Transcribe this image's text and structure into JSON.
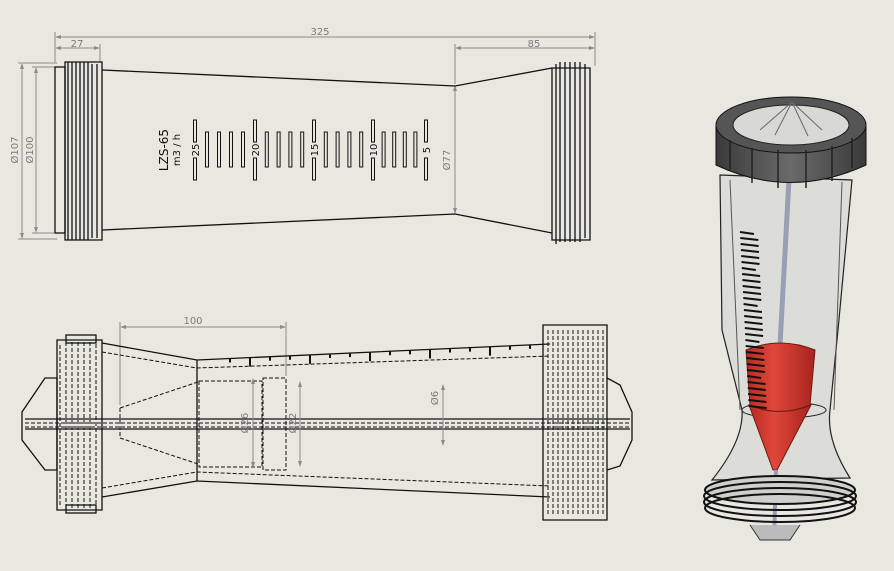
{
  "top_view": {
    "dimensions": {
      "overall_length": "325",
      "left_thread": "27",
      "right_section": "85",
      "outer_diameter": "Ø107",
      "inner_diameter": "Ø100",
      "throat_diameter": "Ø77"
    },
    "model_label": "LZS-65",
    "unit_label": "m3 / h",
    "scale_labels": [
      "25",
      "20",
      "15",
      "10",
      "5"
    ]
  },
  "section_view": {
    "dimensions": {
      "length": "100",
      "float_diameter": "Ø26",
      "bore_diameter": "Ø22",
      "rod_diameter": "Ø6"
    }
  },
  "iso_view": {
    "float_color": "#d9352c",
    "cap_color": "#4a4a4a",
    "rod_color": "#b8bccc"
  }
}
